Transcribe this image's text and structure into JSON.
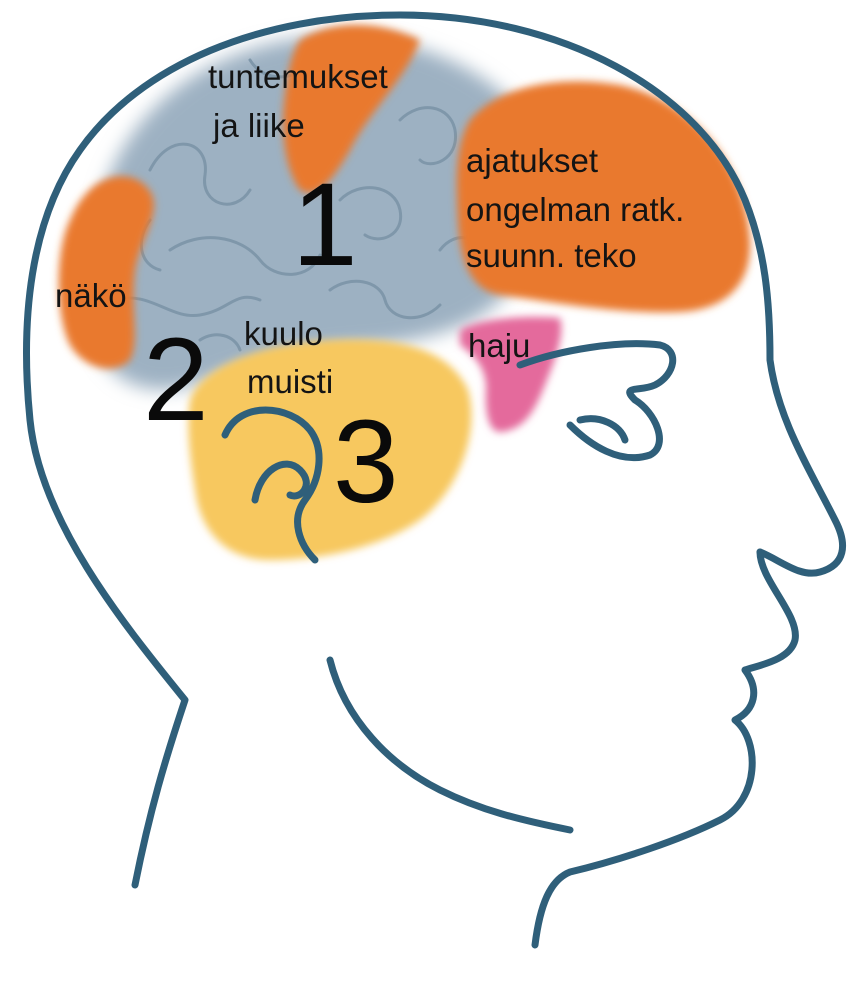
{
  "colors": {
    "outline": "#2f5f7a",
    "brain": "#9db1c2",
    "brain_dark": "#7f97aa",
    "cortex_area": "#e9792f",
    "temporal_area": "#f7c85e",
    "smell_area": "#e46a9c",
    "skin": "#ffffff"
  },
  "labels": {
    "sensation_line1": "tuntemukset",
    "sensation_line2": "ja liike",
    "thinking_line1": "ajatukset",
    "thinking_line2": "ongelman ratk.",
    "thinking_line3": "suunn. teko",
    "vision": "näkö",
    "hearing": "kuulo",
    "memory": "muisti",
    "smell": "haju"
  },
  "numbers": {
    "one": "1",
    "two": "2",
    "three": "3"
  }
}
